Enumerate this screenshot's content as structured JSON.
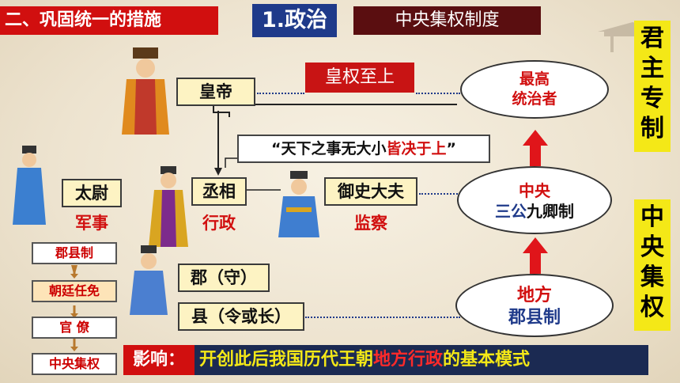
{
  "header": {
    "section_title": "二、巩固统一的措施",
    "sub_title": "1.政治",
    "topic_title": "中央集权制度"
  },
  "side_labels": {
    "top": [
      "君",
      "主",
      "专",
      "制"
    ],
    "bottom": [
      "中",
      "央",
      "集",
      "权"
    ]
  },
  "org": {
    "emperor": "皇帝",
    "supreme_power": "皇权至上",
    "quote": {
      "prefix": "“天下之事无大小",
      "highlight": "皆决于上",
      "suffix": "”"
    },
    "taiwei": {
      "title": "太尉",
      "role": "军事"
    },
    "chengxiang": {
      "title": "丞相",
      "role": "行政"
    },
    "yushi": {
      "title": "御史大夫",
      "role": "监察"
    },
    "jun": "郡（守）",
    "xian": "县（令或长）"
  },
  "ellipses": {
    "top": {
      "line1": "最高",
      "line2": "统治者"
    },
    "mid": {
      "line1": "中央",
      "line2_a": "三公",
      "line2_b": "九卿制"
    },
    "bottom": {
      "line1": "地方",
      "line2": "郡县制"
    }
  },
  "chain": [
    "郡县制",
    "朝廷任免",
    "官 僚",
    "中央集权"
  ],
  "impact": {
    "label": "影响：",
    "text_a": "开创此后我国历代王朝",
    "text_hl": "地方行政",
    "text_b": "的基本模式"
  },
  "colors": {
    "red": "#d10f0f",
    "blue": "#1f3a8a",
    "maroon": "#5a0e10",
    "yellow": "#f4e817",
    "navy_banner": "#1b2a52"
  }
}
